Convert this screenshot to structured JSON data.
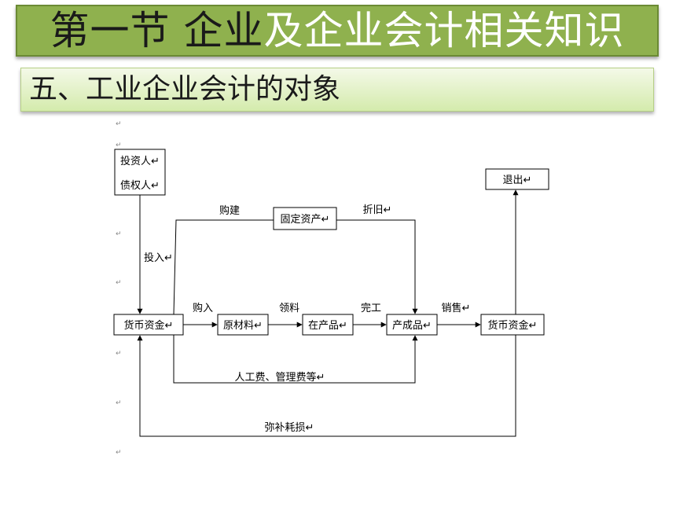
{
  "slide": {
    "title_dark": "第一节 企业",
    "title_light": "及企业会计相关知识",
    "section": "五、工业企业会计的对象"
  },
  "diagram": {
    "nodes": {
      "investor": "投资人",
      "creditor": "债权人",
      "exit": "退出",
      "fixed_assets": "固定资产",
      "cash_in": "货币资金",
      "raw_materials": "原材料",
      "wip": "在产品",
      "finished": "产成品",
      "cash_out": "货币资金"
    },
    "edges": {
      "invest": "投入",
      "purchase_build": "购建",
      "depreciation": "折旧",
      "buy": "购入",
      "requisition": "领料",
      "complete": "完工",
      "sell": "销售",
      "labor_mgmt": "人工费、管理费等",
      "compensate": "弥补耗损"
    },
    "paragraph_mark": "↵"
  }
}
